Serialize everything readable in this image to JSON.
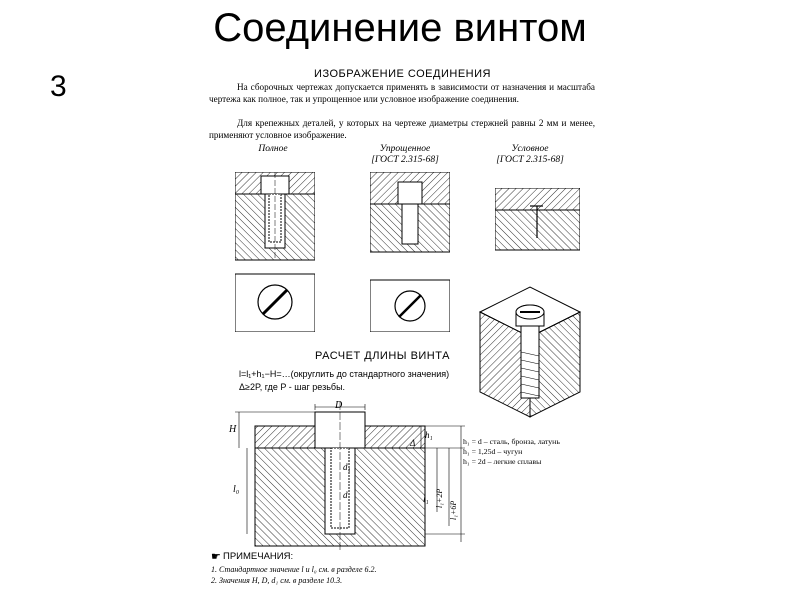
{
  "slide": {
    "title": "Соединение винтом",
    "number": "3"
  },
  "doc": {
    "heading_image": "ИЗОБРАЖЕНИЕ СОЕДИНЕНИЯ",
    "para1": "На сборочных чертежах допускается применять в зависимости от назначения и масштаба чертежа как полное, так и упрощенное или условное изображение соединения.",
    "para2": "Для крепежных деталей, у которых на чертеже диаметры стержней равны 2 мм и менее, применяют условное изображение.",
    "captions": {
      "full": "Полное",
      "simplified": "Упрощенное\n[ГОСТ 2.315-68]",
      "conventional": "Условное\n[ГОСТ 2.315-68]"
    },
    "heading_calc": "РАСЧЕТ ДЛИНЫ ВИНТА",
    "formula_line1": "l=l₁+h₁−H=…(округлить до стандартного значения)",
    "formula_line2": "Δ≥2P, где P - шаг резьбы.",
    "dims": {
      "D": "D",
      "H": "H",
      "l0": "l₀",
      "d1": "d₁",
      "d": "d",
      "delta": "Δ",
      "h1": "h₁",
      "l1": "l₁",
      "l2P": "l₁+2P",
      "l6P": "l₁+6P"
    },
    "legend": [
      "h₁ = d – сталь, бронза, латунь",
      "h₁ = 1,25d – чугун",
      "h₁ = 2d – легкие сплавы"
    ],
    "notes_title": "ПРИМЕЧАНИЯ:",
    "notes": [
      "1.   Стандартное значение l и l₀ см. в разделе 6.2.",
      "2.   Значения H, D, d₁ см. в разделе 10.3."
    ]
  }
}
